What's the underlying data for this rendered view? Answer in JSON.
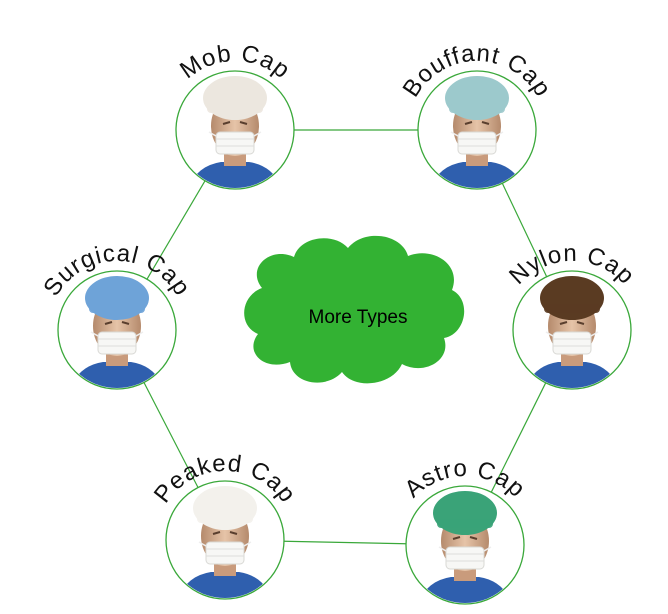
{
  "center": {
    "label": "More Types",
    "color": "#33b233"
  },
  "line_color": "#3aa83a",
  "caps": [
    {
      "name": "Mob Cap",
      "cap_color": "#ece7df"
    },
    {
      "name": "Bouffant Cap",
      "cap_color": "#9cc9cc"
    },
    {
      "name": "Nylon Cap",
      "cap_color": "#5a3b22"
    },
    {
      "name": "Astro Cap",
      "cap_color": "#3aa378"
    },
    {
      "name": "Peaked Cap",
      "cap_color": "#f3f1ec"
    },
    {
      "name": "Surgical Cap",
      "cap_color": "#6ea3d8"
    }
  ]
}
